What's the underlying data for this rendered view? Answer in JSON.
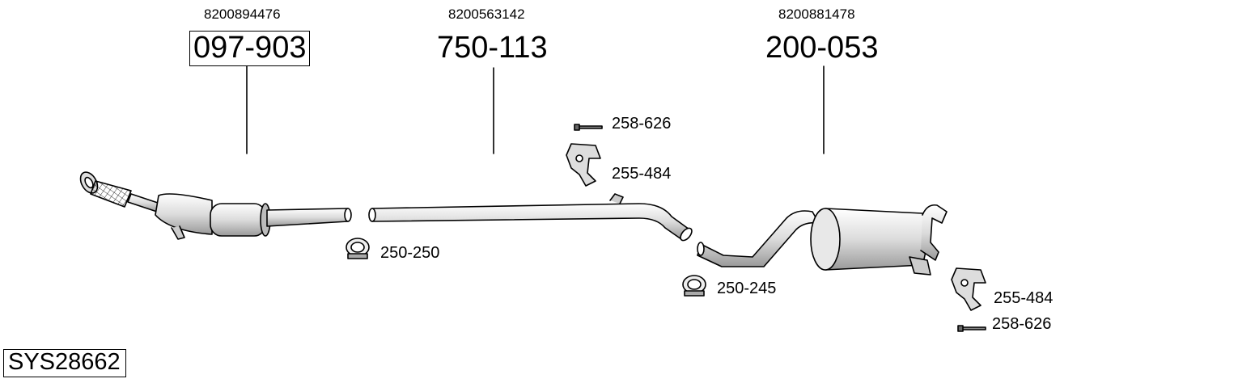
{
  "parts": {
    "cat": {
      "oem": "8200894476",
      "number": "097-903"
    },
    "mid": {
      "oem": "8200563142",
      "number": "750-113"
    },
    "rear": {
      "oem": "8200881478",
      "number": "200-053"
    }
  },
  "accessories": {
    "bolt_top": "258-626",
    "hanger_top": "255-484",
    "clamp_front": "250-250",
    "clamp_rear": "250-245",
    "hanger_rear": "255-484",
    "bolt_rear": "258-626"
  },
  "system": {
    "code": "SYS28662"
  }
}
